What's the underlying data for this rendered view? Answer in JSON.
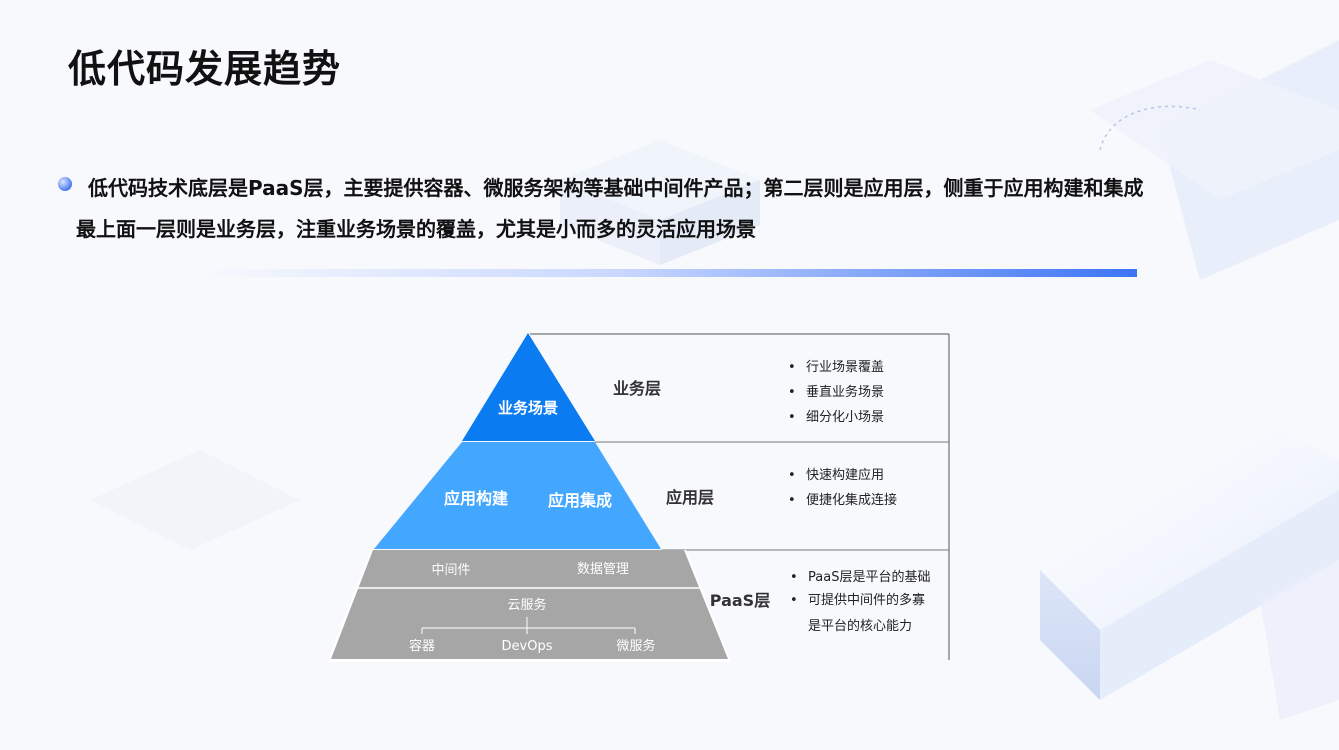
{
  "title": "低代码发展趋势",
  "description": {
    "line1": "低代码技术底层是PaaS层，主要提供容器、微服务架构等基础中间件产品；第二层则是应用层，侧重于应用构建和集成",
    "line2": "最上面一层则是业务层，注重业务场景的覆盖，尤其是小而多的灵活应用场景"
  },
  "pyramid": {
    "top": {
      "label": "业务场景"
    },
    "middle": {
      "left": "应用构建",
      "right": "应用集成"
    },
    "base": {
      "row1_left": "中间件",
      "row1_right": "数据管理",
      "cloud": "云服务",
      "children": [
        "容器",
        "DevOps",
        "微服务"
      ]
    }
  },
  "layers": [
    {
      "name": "业务层",
      "items": [
        "行业场景覆盖",
        "垂直业务场景",
        "细分化小场景"
      ]
    },
    {
      "name": "应用层",
      "items": [
        "快速构建应用",
        "便捷化集成连接"
      ]
    },
    {
      "name": "PaaS层",
      "items": [
        "PaaS层是平台的基础",
        "可提供中间件的多寡"
      ],
      "continuation": "是平台的核心能力"
    }
  ],
  "colors": {
    "top_tier": "#0a7bf0",
    "middle_tier": "#44a7ff",
    "base_tier": "#a6a6a6",
    "accent": "#3d74f4"
  }
}
